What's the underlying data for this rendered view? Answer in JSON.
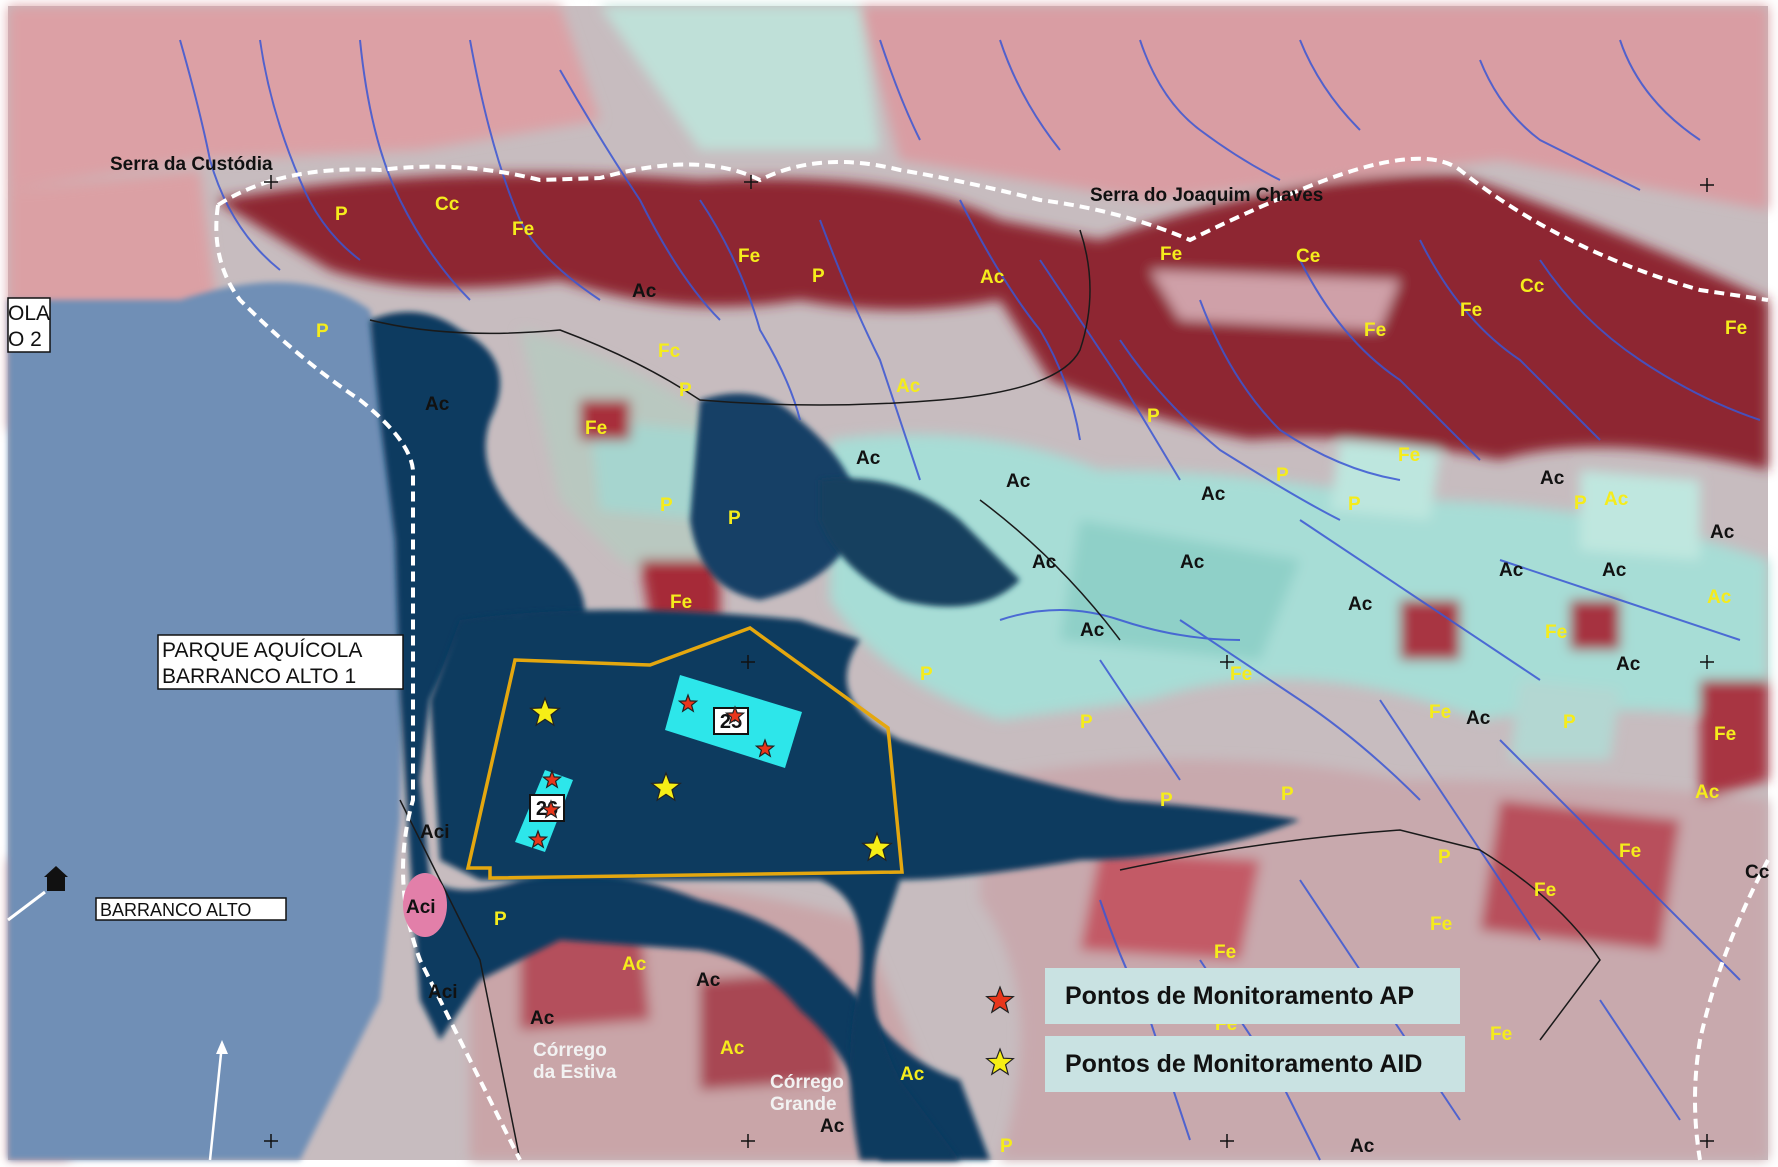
{
  "places": {
    "serra_custodia": "Serra da Custódia",
    "serra_joaquim": "Serra do Joaquim Chaves",
    "parque_line1": "PARQUE AQUÍCOLA",
    "parque_line2": "BARRANCO ALTO 1",
    "edge_line1": "OLA",
    "edge_line2": "O 2",
    "barranco_alto": "BARRANCO ALTO",
    "corrego_estiva_1": "Córrego",
    "corrego_estiva_2": "da Estiva",
    "corrego_grande_1": "Córrego",
    "corrego_grande_2": "Grande"
  },
  "area_ids": {
    "left": "26",
    "right": "25"
  },
  "legend": {
    "ap": {
      "label": "Pontos de Monitoramento AP",
      "color": "#e8361b"
    },
    "aid": {
      "label": "Pontos de Monitoramento AID",
      "color": "#f6ee16"
    }
  },
  "colors": {
    "water_deep": "#0d3a5e",
    "water_lake": "#6f8fb5",
    "forest": "#8f2432",
    "pasture": "#d9a3a7",
    "cropland": "#a6d9d3",
    "boundary": "#e4a70f",
    "parcel": "#2de6ea",
    "stream": "#3b57d4"
  },
  "class_labels": {
    "yellow": [
      "P",
      "Cc",
      "Fe",
      "Fe",
      "P",
      "Ac",
      "Fe",
      "Ce",
      "Fe",
      "Cc",
      "Fe",
      "Fe",
      "P",
      "Fc",
      "P",
      "Ac",
      "Fe",
      "P",
      "P",
      "P",
      "Fe",
      "P",
      "Fe",
      "P",
      "P",
      "Ac",
      "Ac",
      "Fc",
      "Fe",
      "Fe",
      "Fe",
      "P",
      "Fe",
      "P",
      "P",
      "P",
      "Fe",
      "Ac",
      "Fe",
      "Fe",
      "P",
      "P",
      "Fe",
      "P",
      "Fe",
      "Fe",
      "Fe",
      "Ac",
      "Ac",
      "Ac",
      "P"
    ],
    "dark": [
      "Ac",
      "Ac",
      "Ac",
      "Ac",
      "Ac",
      "Ac",
      "Ac",
      "Ac",
      "Ac",
      "Ac",
      "Ac",
      "Ac",
      "Ac",
      "Ac",
      "Ac",
      "Ac",
      "Aci",
      "Aci",
      "Aci",
      "Ac",
      "Ac",
      "Ac",
      "Ac",
      "Cc"
    ]
  }
}
